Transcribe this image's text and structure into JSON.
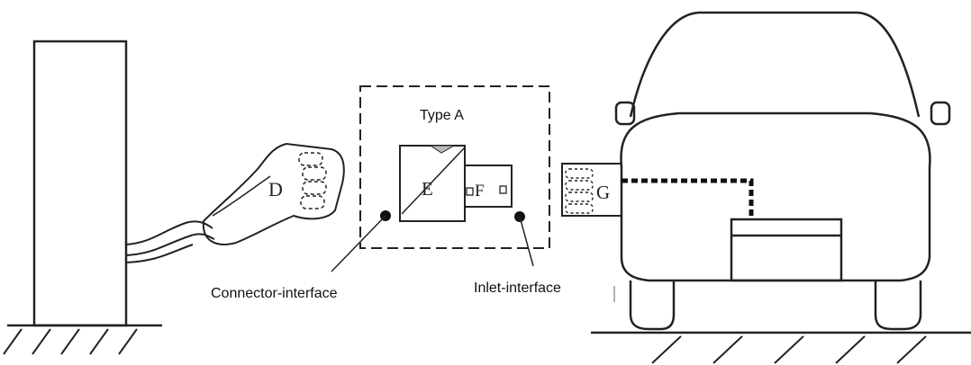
{
  "labels": {
    "type_a": "Type A",
    "connector_interface": "Connector-interface",
    "inlet_interface": "Inlet-interface",
    "connector_letter": "D",
    "socket_e_letter": "E",
    "plug_f_letter": "F",
    "vehicle_inlet_letter": "G"
  },
  "colors": {
    "line": "#222222",
    "background": "#ffffff"
  }
}
